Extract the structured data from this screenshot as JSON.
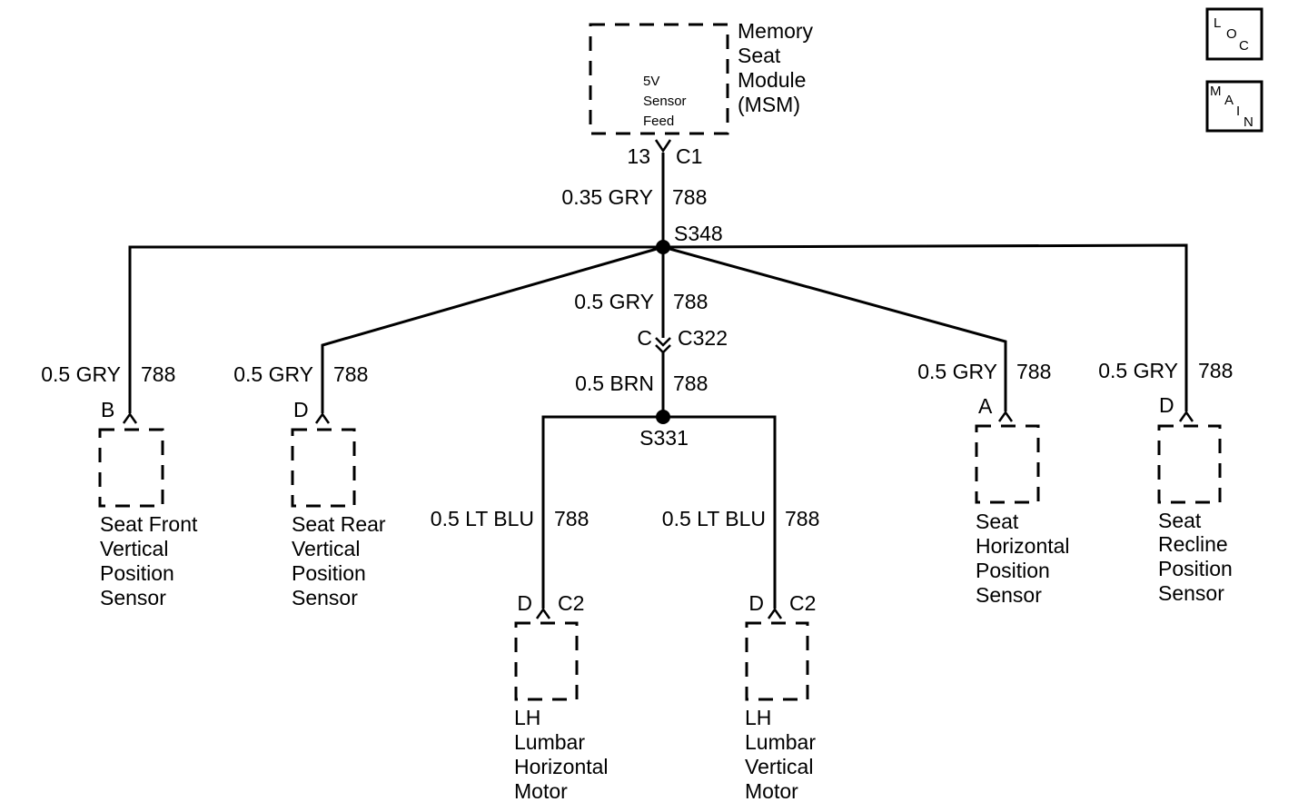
{
  "module": {
    "name_lines": [
      "Memory",
      "Seat",
      "Module",
      "(MSM)"
    ],
    "inner_lines": [
      "5V",
      "Sensor",
      "Feed"
    ],
    "pin": "13",
    "connector": "C1"
  },
  "trunk_wire": {
    "gauge_color": "0.35 GRY",
    "circuit": "788"
  },
  "splice_top": "S348",
  "center_wire": {
    "gauge_color": "0.5 GRY",
    "circuit": "788"
  },
  "inline_connector": {
    "pin": "C",
    "name": "C322"
  },
  "lower_wire": {
    "gauge_color": "0.5 BRN",
    "circuit": "788"
  },
  "splice_bottom": "S331",
  "branches": [
    {
      "gauge_color": "0.5 GRY",
      "circuit": "788",
      "pin": "B",
      "name_lines": [
        "Seat Front",
        "Vertical",
        "Position",
        "Sensor"
      ]
    },
    {
      "gauge_color": "0.5 GRY",
      "circuit": "788",
      "pin": "D",
      "name_lines": [
        "Seat Rear",
        "Vertical",
        "Position",
        "Sensor"
      ]
    },
    {
      "gauge_color": "0.5 LT BLU",
      "circuit": "788",
      "pin": "D",
      "connector": "C2",
      "name_lines": [
        "LH",
        "Lumbar",
        "Horizontal",
        "Motor"
      ]
    },
    {
      "gauge_color": "0.5 LT BLU",
      "circuit": "788",
      "pin": "D",
      "connector": "C2",
      "name_lines": [
        "LH",
        "Lumbar",
        "Vertical",
        "Motor"
      ]
    },
    {
      "gauge_color": "0.5 GRY",
      "circuit": "788",
      "pin": "A",
      "name_lines": [
        "Seat",
        "Horizontal",
        "Position",
        "Sensor"
      ]
    },
    {
      "gauge_color": "0.5 GRY",
      "circuit": "788",
      "pin": "D",
      "name_lines": [
        "Seat",
        "Recline",
        "Position",
        "Sensor"
      ]
    }
  ],
  "icons": [
    {
      "name": "loc-icon",
      "letters": [
        "L",
        "O",
        "C"
      ]
    },
    {
      "name": "main-icon",
      "letters": [
        "M",
        "A",
        "I",
        "N"
      ]
    }
  ]
}
